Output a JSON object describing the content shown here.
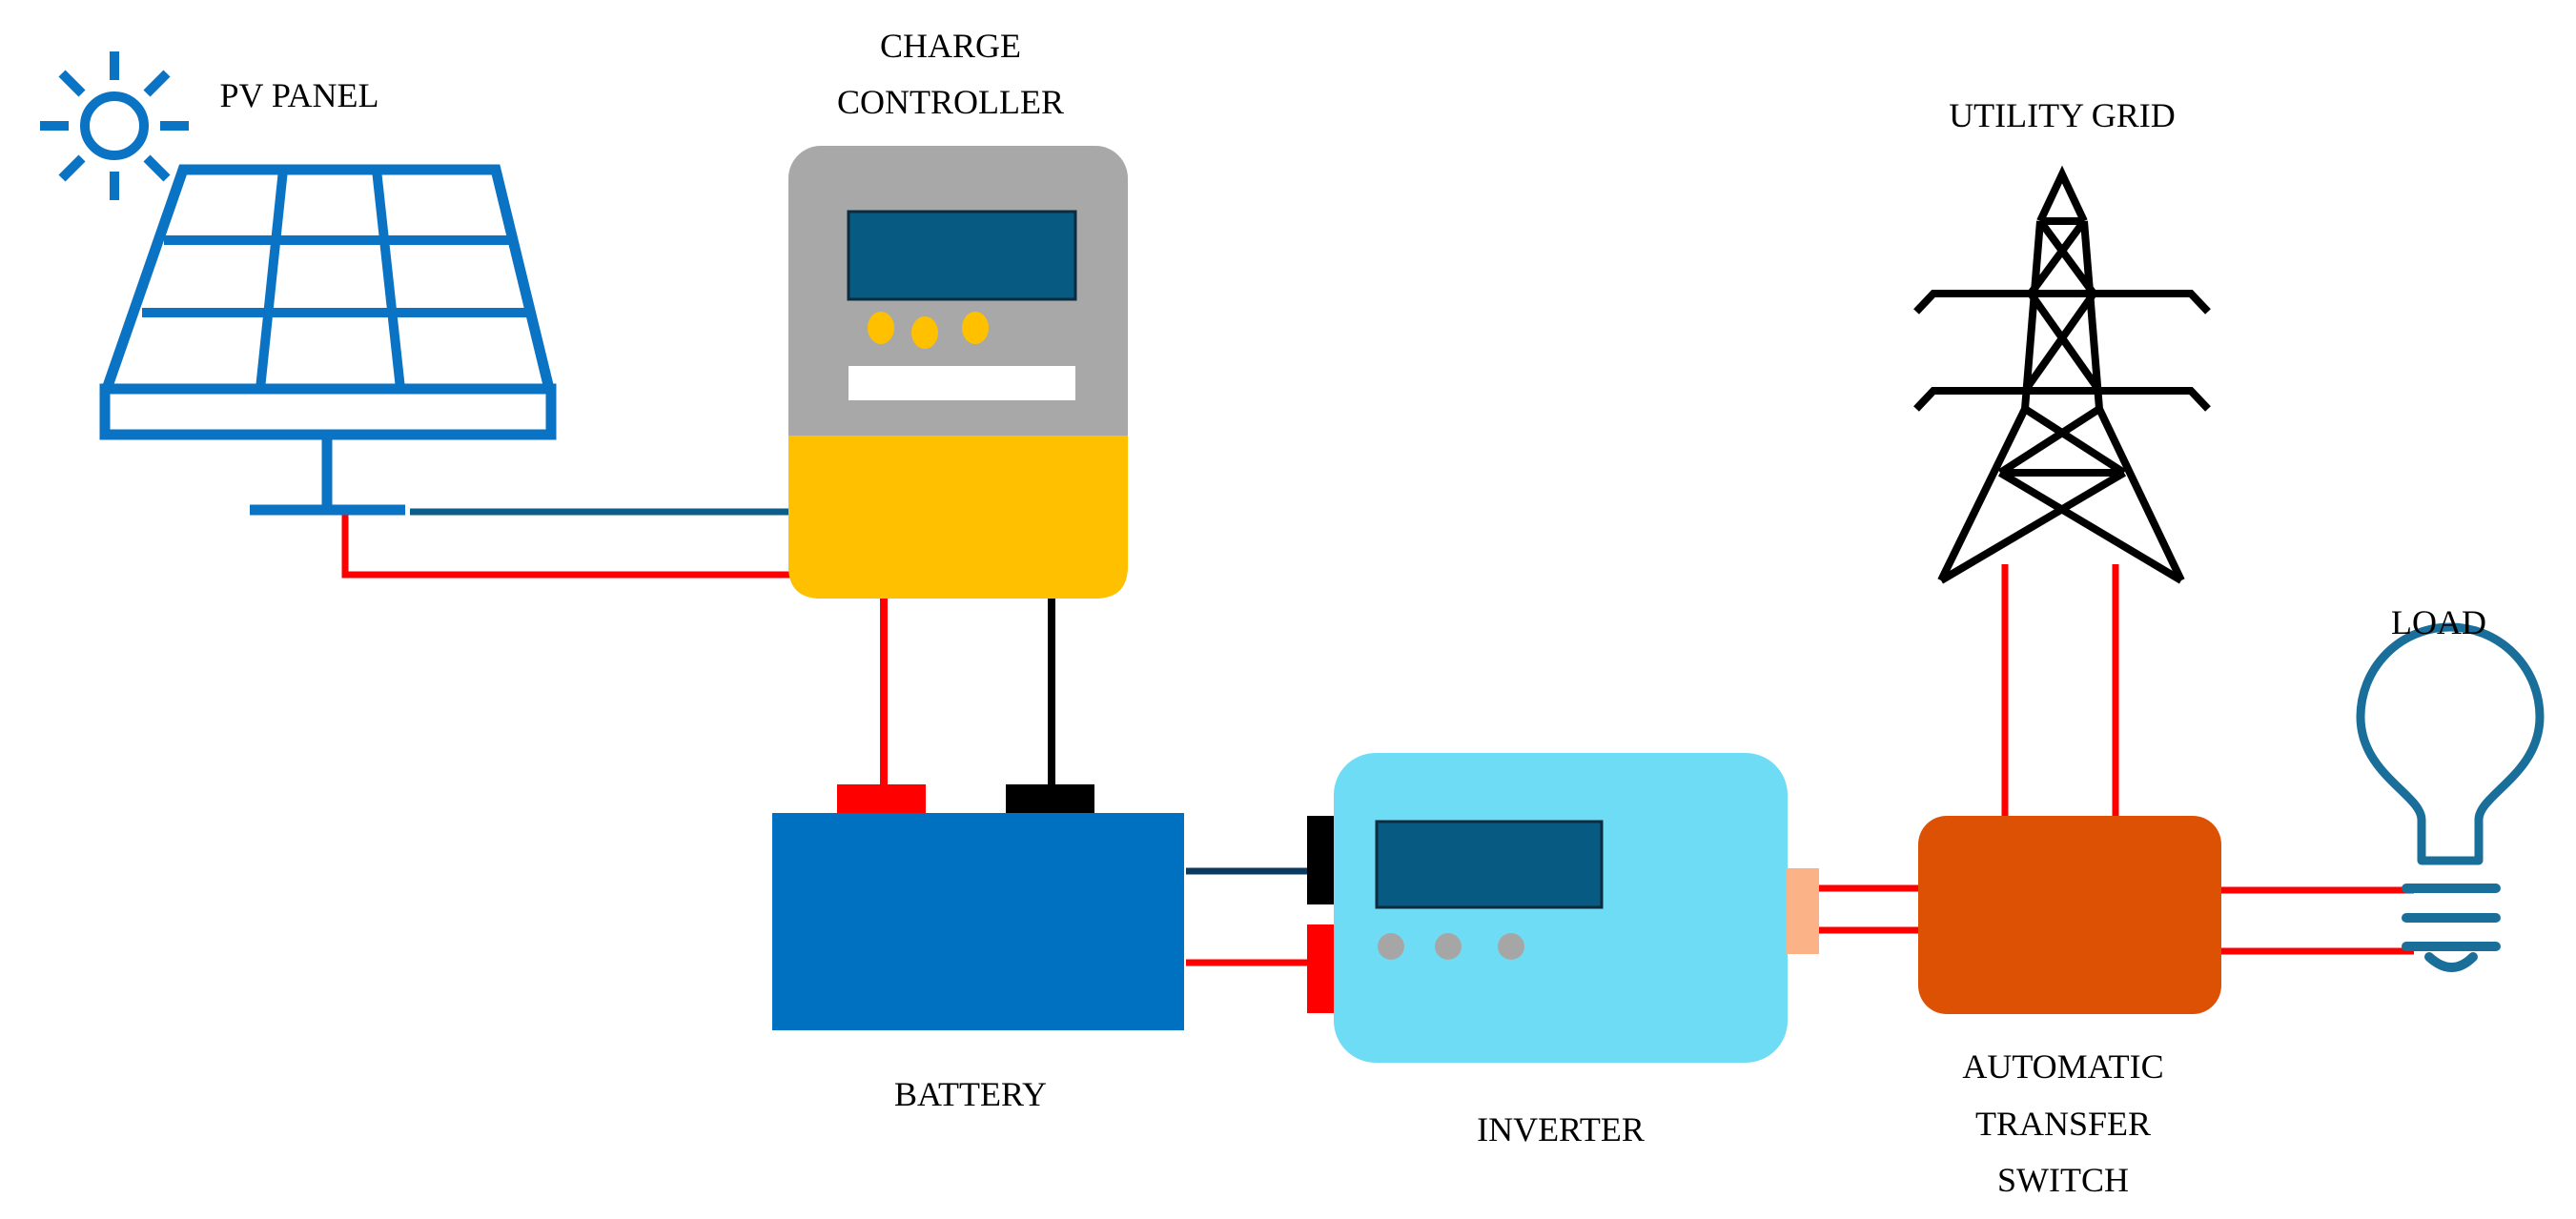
{
  "labels": {
    "pv_panel": "PV PANEL",
    "charge_controller_line1": "CHARGE",
    "charge_controller_line2": "CONTROLLER",
    "utility_grid": "UTILITY GRID",
    "load": "LOAD",
    "battery": "BATTERY",
    "inverter": "INVERTER",
    "ats_line1": "AUTOMATIC",
    "ats_line2": "TRANSFER",
    "ats_line3": "SWITCH"
  },
  "colors": {
    "panel_blue": "#0a73c4",
    "sun_blue": "#0a73c4",
    "controller_gray": "#a8a8a8",
    "controller_yellow": "#ffc000",
    "display_blue": "#075b82",
    "indicator_yellow": "#ffc000",
    "battery_blue": "#0070c0",
    "inverter_light_blue": "#6fdcf6",
    "inverter_dot_gray": "#a6a6a6",
    "ats_orange": "#dd5105",
    "connector_peach": "#fbb286",
    "wire_red": "#ff0000",
    "wire_black": "#000000",
    "wire_dark_blue": "#0b5e8a",
    "tower_black": "#000000",
    "bulb_teal": "#1a6f9a"
  },
  "icons": [
    "sun-icon",
    "solar-panel-icon",
    "transmission-tower-icon",
    "light-bulb-icon"
  ]
}
